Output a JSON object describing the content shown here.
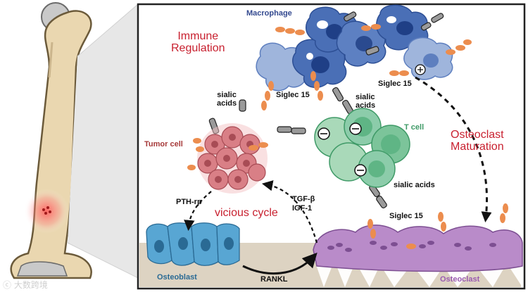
{
  "labels": {
    "macrophage": "Macrophage",
    "immune_regulation": "Immune\nRegulation",
    "siglec15_top": "Siglec 15",
    "siglec15_right": "Siglec 15",
    "siglec15_bottom": "Siglec 15",
    "sialic_acids_left": "sialic\nacids",
    "sialic_acids_center": "sialic\nacids",
    "sialic_acids_bottom": "sialic acids",
    "tumor_cell": "Tumor cell",
    "t_cell": "T cell",
    "osteoclast_maturation": "Osteoclast\nMaturation",
    "pth_rp": "PTH-rp",
    "tgf_beta": "TGF-β",
    "igf_1": "IGF-1",
    "vicious_cycle": "vicious cycle",
    "osteoblast": "Osteoblast",
    "rankl": "RANKL",
    "osteoclast": "Osteoclast",
    "watermark": "ⓒ 大数跨境"
  },
  "colors": {
    "macrophage_blue": "#4a6fb6",
    "tumor_pink": "#d97f86",
    "tcell_green": "#7cc49a",
    "osteoblast_blue": "#58a6d3",
    "osteoclast_purple": "#b98bc9",
    "siglec_orange": "#ec8d4e",
    "title_red": "#c8202f",
    "label_blue": "#33498f",
    "label_green": "#3f9a67",
    "label_brown": "#a63a3a",
    "label_purple": "#9a5bb0",
    "bone": "#ead7b0"
  }
}
